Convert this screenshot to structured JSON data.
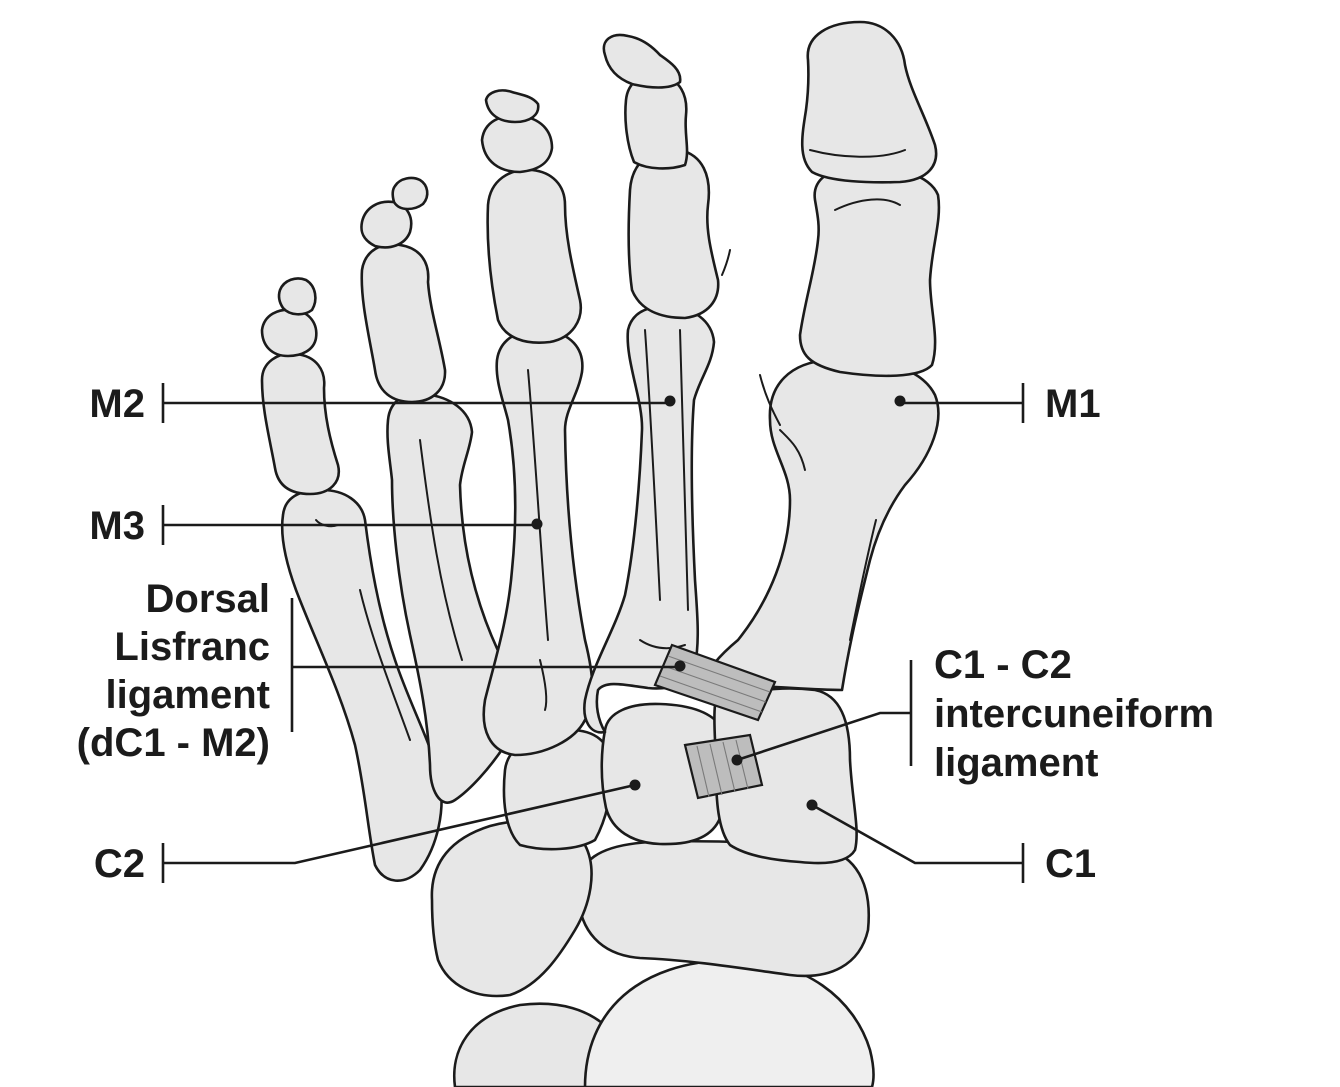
{
  "labels": {
    "m1": "M1",
    "m2": "M2",
    "m3": "M3",
    "c1": "C1",
    "c2": "C2",
    "dorsal_lisfranc": [
      "Dorsal",
      "Lisfranc",
      "ligament",
      "(dC1 - M2)"
    ],
    "intercuneiform": [
      "C1 - C2",
      "intercuneiform",
      "ligament"
    ]
  },
  "colors": {
    "bone_fill": "#e7e7e7",
    "ligament_fill": "#bdbdbd",
    "outline": "#1b1b1b"
  }
}
